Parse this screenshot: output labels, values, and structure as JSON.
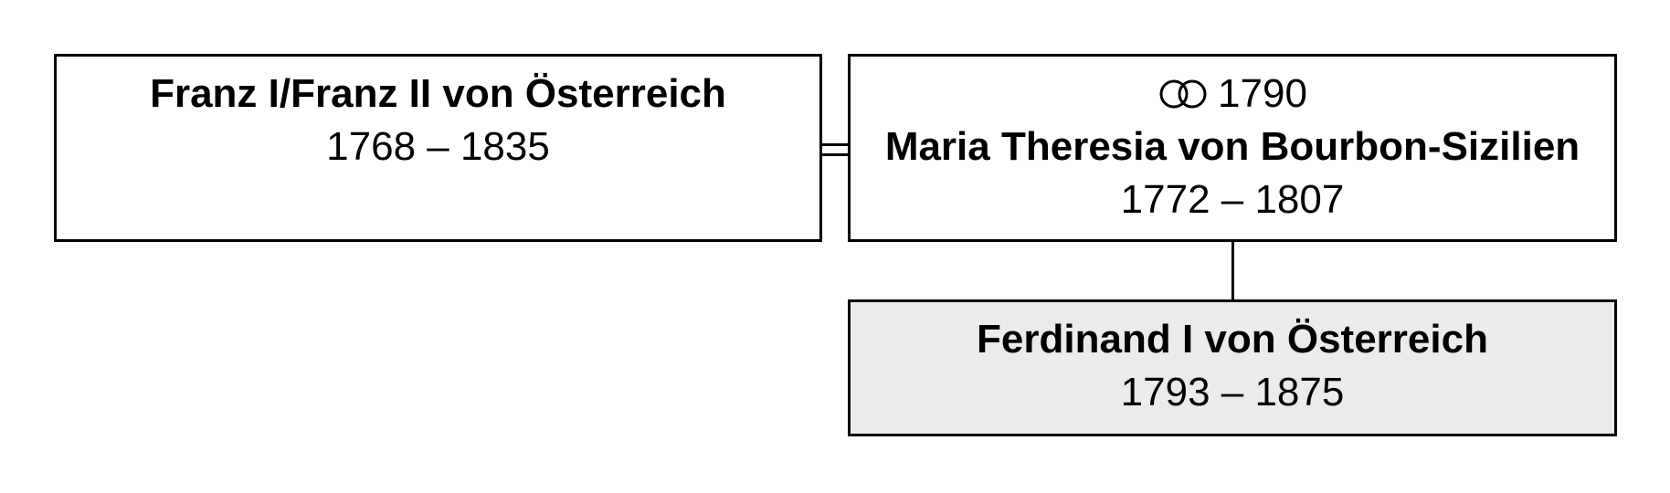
{
  "father": {
    "name": "Franz I/Franz II von Österreich",
    "dates": "1768 – 1835"
  },
  "mother": {
    "marriage_icon": "wedding-rings-icon",
    "marriage_year": "1790",
    "name": "Maria Theresia von Bourbon-Sizilien",
    "dates": "1772 – 1807"
  },
  "child": {
    "name": "Ferdinand I von Österreich",
    "dates": "1793 – 1875"
  },
  "colors": {
    "border": "#000000",
    "box_background": "#ffffff",
    "child_background": "#ebebeb"
  }
}
